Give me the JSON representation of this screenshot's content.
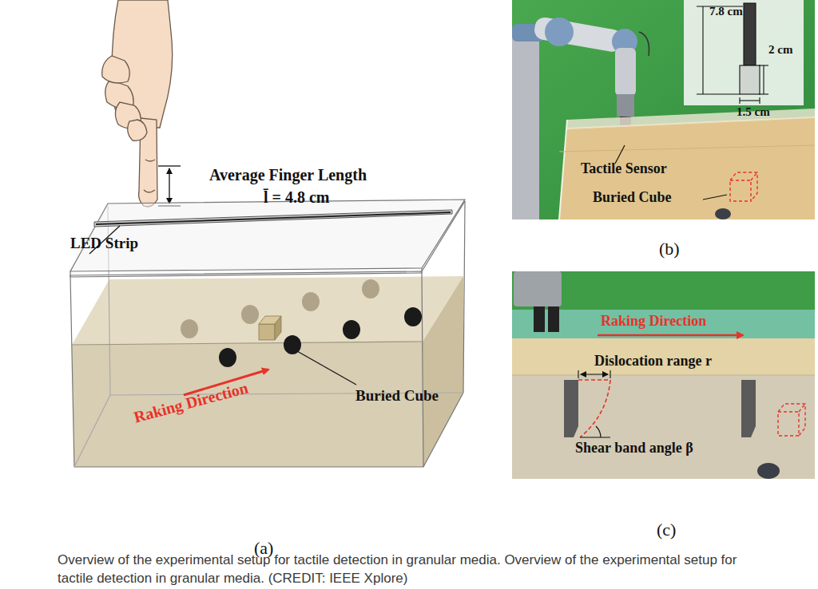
{
  "diagram": {
    "caption": "Overview of the experimental setup for tactile detection in granular media. Overview of the experimental setup for tactile detection in granular media. (CREDIT: IEEE Xplore)",
    "labels": [
      "Average Finger Length",
      "l̄ = 4.8 cm",
      "LED Strip",
      "Buried Cube",
      "Raking Direction",
      "(a)",
      "7.8 cm",
      "2 cm",
      "1.5 cm",
      "Tactile Sensor",
      "Buried Cube",
      "(b)",
      "Raking Direction",
      "Dislocation range r",
      "Shear band angle β",
      "(c)"
    ]
  }
}
